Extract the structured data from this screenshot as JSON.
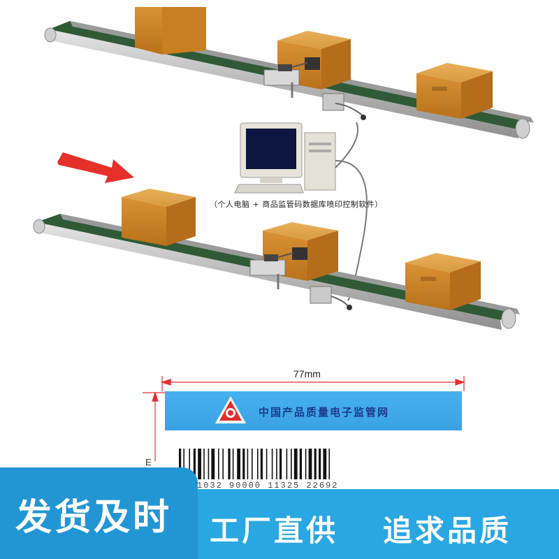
{
  "caption": "（个人电脑 + 商品监管码数据库喷印控制软件）",
  "dimension_label": "77mm",
  "label": {
    "text": "中国产品质量电子监管网"
  },
  "side_letter": "E",
  "barcode_digits": "1032 90000 11325 22692",
  "banner": {
    "left_text": "发货及时",
    "slogans": [
      "工厂直供",
      "追求品质"
    ]
  },
  "colors": {
    "belt": "#2f5a35",
    "box": "#d08a2a",
    "arrow": "#e8302a",
    "banner": "#29a7e2",
    "banner_left": "#2296d4",
    "label_strip": "#3fa8ea",
    "dimension_lines": "#e03030"
  }
}
